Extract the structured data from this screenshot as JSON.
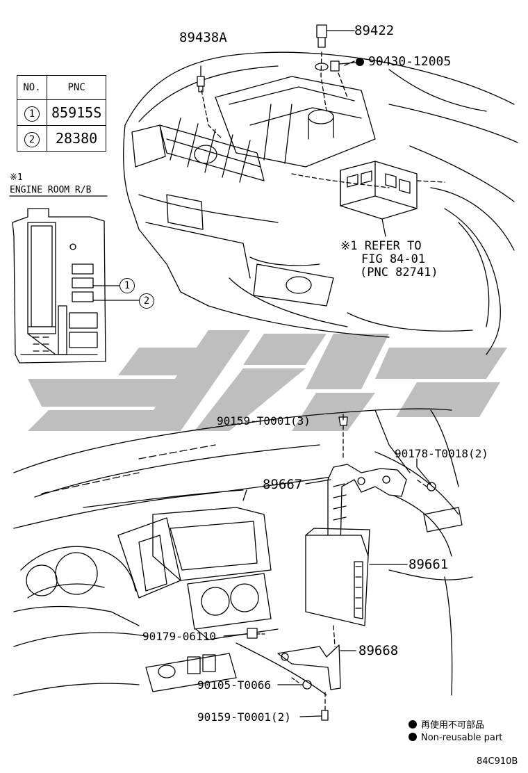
{
  "table": {
    "head_no": "NO.",
    "head_pnc": "PNC",
    "rows": [
      {
        "no": "1",
        "pnc": "85915S"
      },
      {
        "no": "2",
        "pnc": "28380"
      }
    ]
  },
  "inset": {
    "mark": "※1",
    "title": "ENGINE ROOM R/B",
    "callout_1": "1",
    "callout_2": "2"
  },
  "refer": {
    "line1": "※1 REFER TO",
    "line2": "FIG 84-01",
    "line3": "(PNC 82741)"
  },
  "parts": {
    "p89438a": "89438A",
    "p89422": "89422",
    "p90430": "90430-12005",
    "p90159_top": "90159-T0001(3)",
    "p90178": "90178-T0018(2)",
    "p89667": "89667",
    "p89661": "89661",
    "p90179": "90179-06110",
    "p89668": "89668",
    "p90105": "90105-T0066",
    "p90159_bot": "90159-T0001(2)"
  },
  "legend": {
    "line1": "再使用不可部品",
    "line2": "Non-reusable part"
  },
  "figure_code": "84C910B",
  "colors": {
    "line": "#000000",
    "watermark": "#b3b3b3"
  }
}
